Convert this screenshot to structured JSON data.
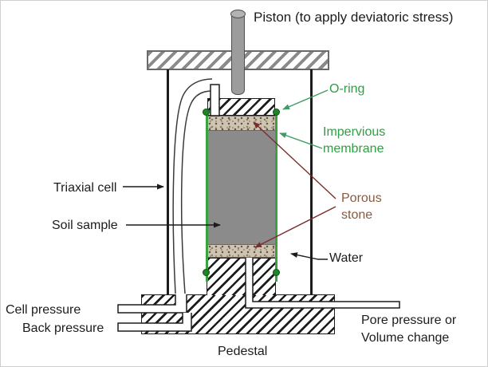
{
  "diagram": {
    "labels": {
      "piston": "Piston (to apply deviatoric stress)",
      "oring": "O-ring",
      "impervious_membrane": [
        "Impervious",
        "membrane"
      ],
      "porous_stone": [
        "Porous",
        "stone"
      ],
      "water": "Water",
      "triaxial_cell": "Triaxial cell",
      "soil_sample": "Soil sample",
      "cell_pressure": "Cell pressure",
      "back_pressure": "Back pressure",
      "pore_pressure": [
        "Pore pressure or",
        "Volume change"
      ],
      "pedestal": "Pedestal"
    }
  },
  "colors": {
    "label_green": "#2f9e44",
    "arrow_green": "#3f9b63",
    "membrane_green": "#3aa33f",
    "oring_green": "#1f8526",
    "pointer_dark_red": "#7b2d2d",
    "label_brown": "#8a5a3e",
    "soil_gray": "#8b8b8b",
    "piston_gray": "#9c9c9c",
    "hatch_gray": "#8a8a8a",
    "porous_tan": "#cfc3b2",
    "line_black": "#1c1c1c"
  }
}
